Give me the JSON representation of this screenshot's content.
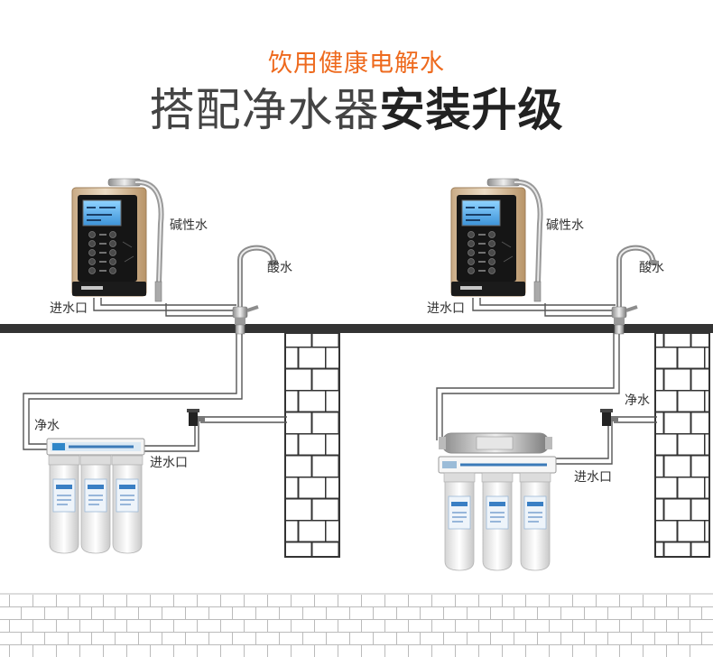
{
  "title": {
    "line1": "饮用健康电解水",
    "line2_light": "搭配净水器",
    "line2_bold": "安装升级",
    "accent_color": "#ee6a1e"
  },
  "left_diagram": {
    "alkaline_label": "碱性水",
    "acid_label": "酸水",
    "inlet_top_label": "进水口",
    "pure_label": "净水",
    "inlet_bottom_label": "进水口"
  },
  "right_diagram": {
    "alkaline_label": "碱性水",
    "acid_label": "酸水",
    "inlet_top_label": "进水口",
    "pure_label": "净水",
    "inlet_bottom_label": "进水口"
  },
  "icons": [
    "ionizer-machine-icon",
    "faucet-icon",
    "valve-icon",
    "water-filter-icon",
    "brick-wall-icon"
  ]
}
